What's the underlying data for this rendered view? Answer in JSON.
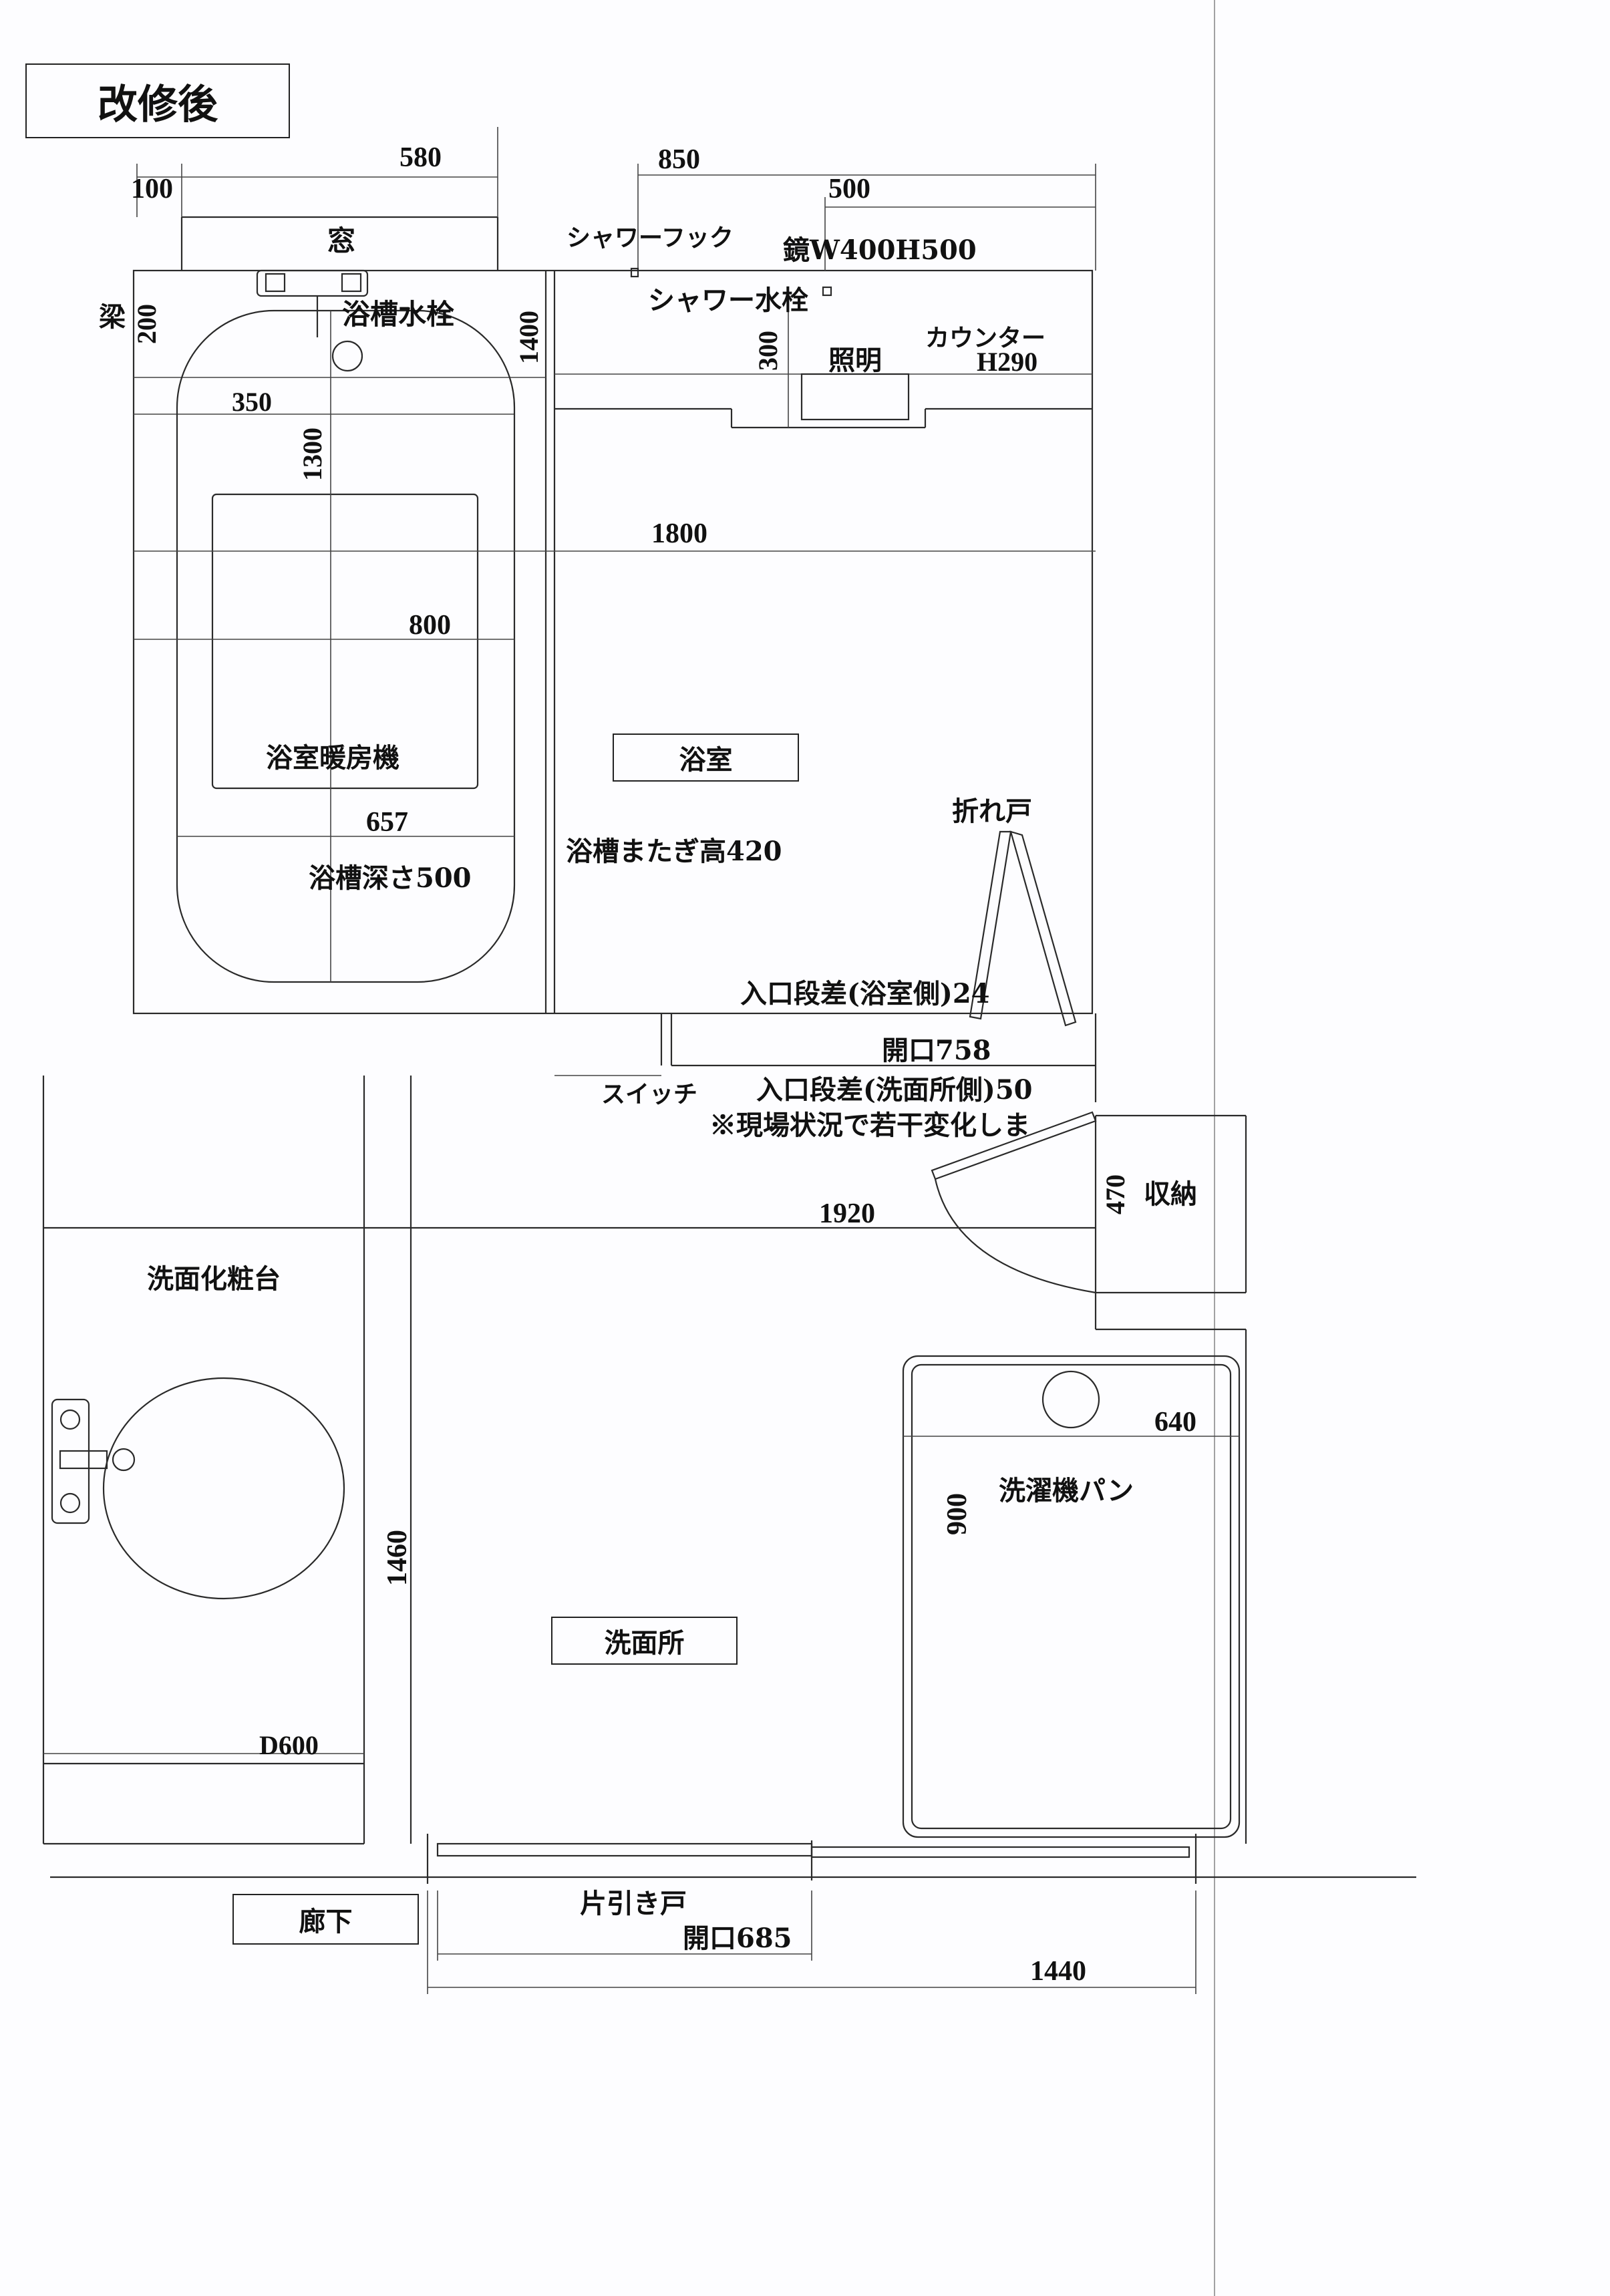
{
  "title": "改修後",
  "rooms": {
    "bathroom": "浴室",
    "washroom": "洗面所",
    "corridor": "廊下",
    "storage": "収納"
  },
  "labels": {
    "window": "窓",
    "beam": "梁",
    "tub_faucet": "浴槽水栓",
    "shower_hook": "シャワーフック",
    "mirror": "鏡W400H500",
    "shower_faucet": "シャワー水栓",
    "lighting": "照明",
    "counter": "カウンター",
    "counter_h": "H290",
    "heater": "浴室暖房機",
    "tub_depth": "浴槽深さ500",
    "tub_step": "浴槽またぎ高420",
    "folding_door": "折れ戸",
    "step_bath": "入口段差(浴室側)24",
    "opening_758": "開口758",
    "switch": "スイッチ",
    "step_wash": "入口段差(洗面所側)50",
    "note": "※現場状況で若干変化しま",
    "vanity": "洗面化粧台",
    "washer_pan": "洗濯機パン",
    "sliding_door": "片引き戸",
    "opening_685": "開口685",
    "d600": "D600"
  },
  "dims": {
    "d580": "580",
    "d850": "850",
    "d100": "100",
    "d500": "500",
    "d200": "200",
    "d1400": "1400",
    "d300": "300",
    "d350": "350",
    "d1300": "1300",
    "d1800": "1800",
    "d800": "800",
    "d657": "657",
    "d1920": "1920",
    "d470": "470",
    "d640": "640",
    "d900": "900",
    "d1460": "1460",
    "d1440": "1440"
  }
}
